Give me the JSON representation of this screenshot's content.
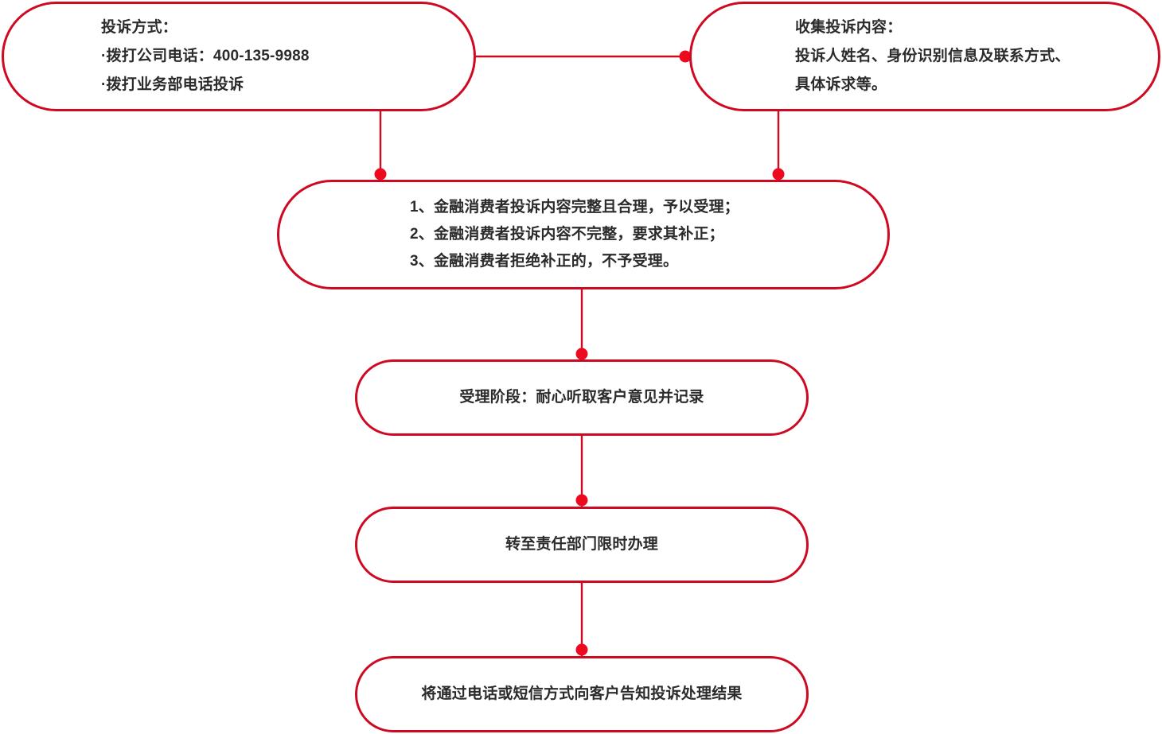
{
  "theme": {
    "line_color": "#CE0A22",
    "dot_color": "#ED0A1E",
    "text_color": "#2b2b2b",
    "background": "#ffffff"
  },
  "chart_data": {
    "type": "diagram",
    "title": "投诉处理流程图",
    "nodes": [
      {
        "id": "complaint-channels",
        "shape": "rounded-pill",
        "lines": [
          "投诉方式：",
          "·拨打公司电话：400-135-9988",
          "·拨打业务部电话投诉"
        ]
      },
      {
        "id": "collect-info",
        "shape": "rounded-pill",
        "lines": [
          "收集投诉内容：",
          "投诉人姓名、身份识别信息及联系方式、",
          "具体诉求等。"
        ]
      },
      {
        "id": "acceptance-rules",
        "shape": "rounded-pill",
        "lines": [
          "1、金融消费者投诉内容完整且合理，予以受理；",
          "2、金融消费者投诉内容不完整，要求其补正；",
          "3、金融消费者拒绝补正的，不予受理。"
        ]
      },
      {
        "id": "intake-stage",
        "shape": "rounded-pill",
        "lines": [
          "受理阶段：耐心听取客户意见并记录"
        ]
      },
      {
        "id": "transfer-dept",
        "shape": "rounded-pill",
        "lines": [
          "转至责任部门限时办理"
        ]
      },
      {
        "id": "notify-result",
        "shape": "rounded-pill",
        "lines": [
          "将通过电话或短信方式向客户告知投诉处理结果"
        ]
      }
    ],
    "edges": [
      {
        "from": "complaint-channels",
        "to": "collect-info",
        "orientation": "horizontal",
        "endpoint_dot": "at-target"
      },
      {
        "from": "complaint-channels",
        "to": "acceptance-rules",
        "orientation": "vertical",
        "endpoint_dot": "at-target"
      },
      {
        "from": "collect-info",
        "to": "acceptance-rules",
        "orientation": "vertical",
        "endpoint_dot": "at-target"
      },
      {
        "from": "acceptance-rules",
        "to": "intake-stage",
        "orientation": "vertical",
        "endpoint_dot": "at-target"
      },
      {
        "from": "intake-stage",
        "to": "transfer-dept",
        "orientation": "vertical",
        "endpoint_dot": "at-target"
      },
      {
        "from": "transfer-dept",
        "to": "notify-result",
        "orientation": "vertical",
        "endpoint_dot": "at-target"
      }
    ]
  },
  "nodes": {
    "complaint_channels": {
      "line1": "投诉方式：",
      "line2": "·拨打公司电话：400-135-9988",
      "line3": "·拨打业务部电话投诉"
    },
    "collect_info": {
      "line1": "收集投诉内容：",
      "line2": "投诉人姓名、身份识别信息及联系方式、",
      "line3": "具体诉求等。"
    },
    "acceptance_rules": {
      "rule1": "1、金融消费者投诉内容完整且合理，予以受理；",
      "rule2": "2、金融消费者投诉内容不完整，要求其补正；",
      "rule3": "3、金融消费者拒绝补正的，不予受理。"
    },
    "intake_stage": {
      "label": "受理阶段：耐心听取客户意见并记录"
    },
    "transfer_dept": {
      "label": "转至责任部门限时办理"
    },
    "notify_result": {
      "label": "将通过电话或短信方式向客户告知投诉处理结果"
    }
  }
}
